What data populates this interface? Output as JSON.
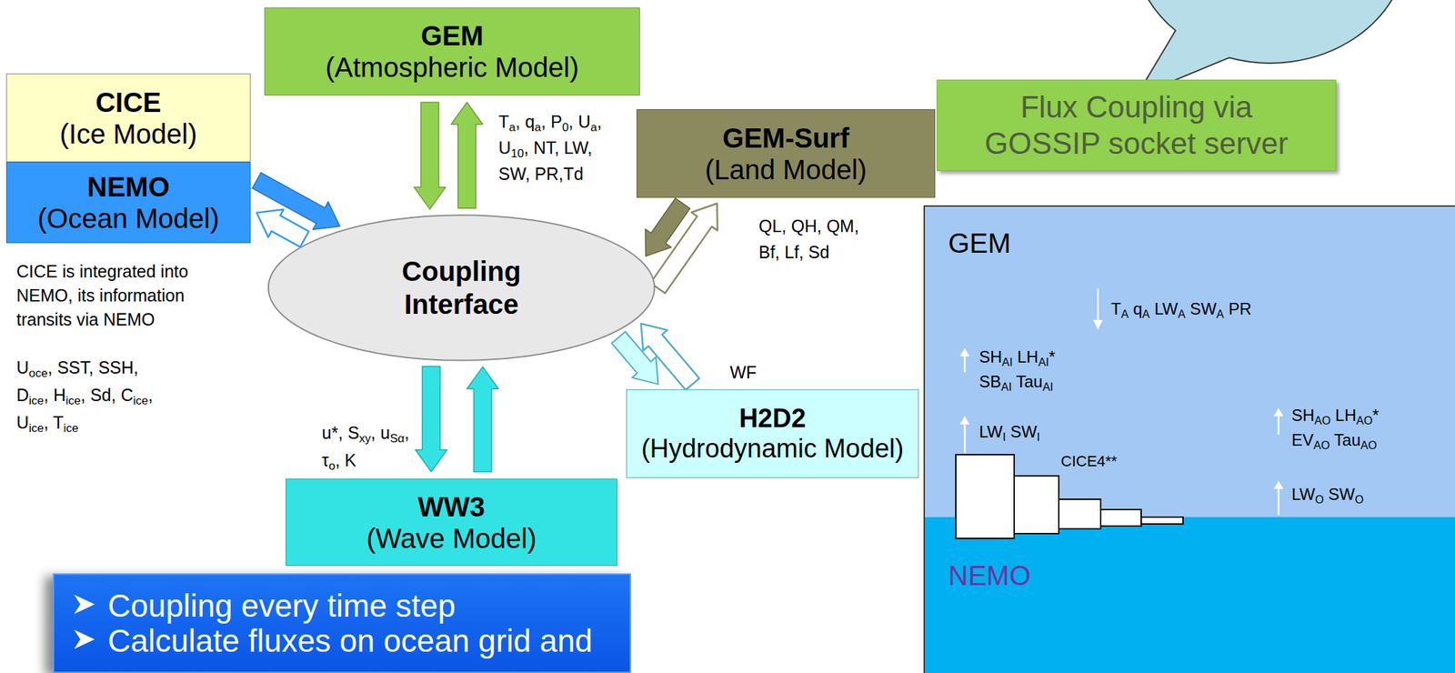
{
  "diagram": {
    "nodes": [
      {
        "text": [
          "GEM",
          "(Atmospheric Model)"
        ]
      },
      {
        "text": [
          "CICE",
          "(Ice Model)"
        ]
      },
      {
        "text": [
          "NEMO",
          "(Ocean Model)"
        ]
      },
      {
        "text": [
          "GEM-Surf",
          "(Land Model)"
        ]
      },
      {
        "text": [
          "Flux Coupling via GOSSIP socket server"
        ]
      },
      {
        "text": [
          "Coupling Interface"
        ]
      },
      {
        "text": [
          "H2D2",
          "(Hydrodynamic Model)"
        ]
      },
      {
        "text": [
          "WW3",
          "(Wave Model)"
        ]
      },
      {
        "text": [
          "Coupling every time step",
          "Calculate fluxes on ocean grid and"
        ]
      },
      {
        "text": [
          "GEM"
        ]
      },
      {
        "text": [
          "NEMO"
        ]
      }
    ],
    "edges": [
      {
        "from": 1,
        "to": 2,
        "arrow": "to"
      },
      {
        "from": 2,
        "to": 1,
        "arrow": "to"
      },
      {
        "from": 0,
        "to": 5,
        "arrow": "to"
      },
      {
        "from": 5,
        "to": 0,
        "arrow": "to"
      },
      {
        "from": 2,
        "to": 5,
        "arrow": "to"
      },
      {
        "from": 5,
        "to": 2,
        "arrow": "to"
      },
      {
        "from": 3,
        "to": 5,
        "arrow": "to"
      },
      {
        "from": 5,
        "to": 3,
        "arrow": "to"
      },
      {
        "from": 5,
        "to": 6,
        "arrow": "to"
      },
      {
        "from": 6,
        "to": 5,
        "arrow": "to"
      },
      {
        "from": 5,
        "to": 7,
        "arrow": "to"
      },
      {
        "from": 7,
        "to": 5,
        "arrow": "to"
      }
    ],
    "labels": [
      "Ta, qa, P0, Ua, U10, NT, LW, SW, PR,Td",
      "QL, QH, QM, Bf, Lf, Sd",
      "CICE is integrated into NEMO, its information transits via NEMO",
      "Uoce, SST, SSH, Dice, Hice, Sd, Cice, Uice, Tice",
      "WF",
      "u*, Sxy, uSα, τo, K",
      "TA qA LWA SWA PR",
      "SHAI LHAI* SBAI TauAI",
      "LWI SWI",
      "CICE4**",
      "SHAO LHAO* EVAO TauAO",
      "LWO SWO"
    ]
  }
}
